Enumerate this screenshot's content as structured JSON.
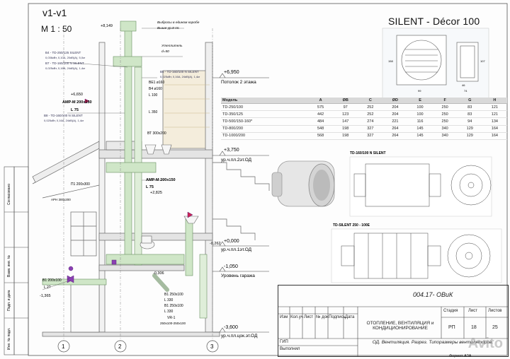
{
  "section": {
    "title": "v1-v1",
    "scale": "M 1 : 50"
  },
  "levels": [
    {
      "value": "+6,950",
      "label": "Потолок 2 этажа"
    },
    {
      "value": "+3,750",
      "label": "ур.ч.пл.2эт.ОД"
    },
    {
      "value": "+0,000",
      "label": "ур.ч.пл.1эт.ОД"
    },
    {
      "value": "-1,050",
      "label": "Уровень гаража"
    },
    {
      "value": "-3,600",
      "label": "ур.ч.пл.цок.эт.ОД"
    }
  ],
  "annotations": {
    "top_elev": "+8,149",
    "exhaust_note": "Выбросы в едином коробе",
    "exhaust_note2": "Выше ур.8 пп.",
    "insulation": "Утеплитель",
    "insulation_thk": "d=50",
    "b4": "В4 - TD-250/125 SILENT",
    "b4_spec": "0,036кВт, 0,10А, 20dB(A), 5,0кг",
    "b7": "В7 - TD-160/100 N SILENT",
    "b7_spec": "0,025кВт, 0,16А, 24dB(A), 1,4кг",
    "b5": "В5 - TD-160/100 N SILENT",
    "b5_spec": "0,025кВт, 0,16А, 24dB(A), 1,4кг",
    "b8": "В8 - TD-160/100 N SILENT",
    "b8_spec": "0,025кВт, 0,16А, 24dB(A), 1,4кг",
    "elev_6650": "+6,650",
    "amp_1": "AMP-M 200x150",
    "l75_1": "L 75",
    "amp_2": "AMP-M 200x150",
    "l75_2": "L 75",
    "elev_2825": "+2,825",
    "p1": "П1 200x300",
    "arn": "АРН 300x200",
    "b1_duct": "В1 200x100",
    "l2": "L 2?",
    "elev_1365": "-1,365",
    "elev_0262": "-0,262",
    "elev_0306": "-0,306",
    "vt_duct": "ВТ 300x200",
    "bt1": "ВЕ1 ø160",
    "bt2": "В4 ø160",
    "l100": "L 100",
    "l350": "L 350",
    "b1_250a": "В1 250x100",
    "l330a": "L 330",
    "b1_250b": "В1 250x100",
    "l330b": "L 330",
    "vr": "VR-1",
    "vr_size": "250x100-250x100",
    "axis_1": "1",
    "axis_2": "2",
    "axis_3": "3",
    "side_tab1": "Согласовано",
    "side_tab2": "Взам. инв. №",
    "side_tab3": "Подп. и дата",
    "side_tab4": "Инв. № подл."
  },
  "product": {
    "title": "SILENT - Décor 100",
    "dim_a": "158",
    "dim_b": "99",
    "dim_c": "107",
    "dim_d": "46",
    "dim_e": "74",
    "td160_title": "TD-160/100 N SILENT",
    "td250_title": "TD-SILENT 250 - 100E"
  },
  "spec_table": {
    "headers": [
      "Модель",
      "A",
      "ØB",
      "C",
      "ØD",
      "E",
      "F",
      "G",
      "H"
    ],
    "rows": [
      [
        "TD-250/100",
        "575",
        "97",
        "252",
        "204",
        "100",
        "250",
        "83",
        "121"
      ],
      [
        "TD-350/125",
        "442",
        "123",
        "252",
        "204",
        "100",
        "250",
        "83",
        "121"
      ],
      [
        "TD-500/150-160*",
        "484",
        "147",
        "274",
        "221",
        "116",
        "250",
        "94",
        "134"
      ],
      [
        "TD-800/200",
        "548",
        "198",
        "327",
        "264",
        "145",
        "340",
        "129",
        "164"
      ],
      [
        "TD-1000/200",
        "568",
        "198",
        "327",
        "264",
        "145",
        "340",
        "129",
        "164"
      ]
    ]
  },
  "stamp": {
    "doc_code": "004.17- ОВиК",
    "title": "ОТОПЛЕНИЕ, ВЕНТИЛЯЦИЯ и КОНДИЦИОНИРОВАНИЕ",
    "sheet_title": "ОД. Вентиляция. Разрез. Типоразмеры вентиляторов.",
    "col_izm": "Изм",
    "col_kol": "Кол.уч",
    "col_list": "Лист",
    "col_ndok": "№ док",
    "col_podp": "Подпись",
    "col_data": "Дата",
    "stadiya": "Стадия",
    "list": "Лист",
    "listov": "Листов",
    "stage_val": "РП",
    "sheet_val": "18",
    "sheets_val": "25",
    "gip": "ГИП",
    "vypolnil": "Выполнил",
    "format": "Формат А3А"
  },
  "watermark": "Avito",
  "colors": {
    "duct": "#c9e2c1",
    "pipe": "#a9cfe0",
    "line": "#444444",
    "accent": "#cc2255",
    "fan": "#7a3aa0"
  }
}
